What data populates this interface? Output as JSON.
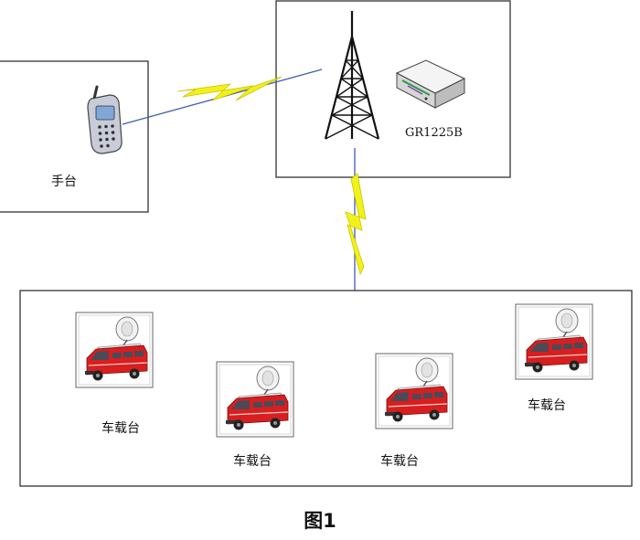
{
  "handset": {
    "label": "手台"
  },
  "base_station": {
    "device_label": "GR1225B"
  },
  "vehicles": [
    {
      "label": "车载台"
    },
    {
      "label": "车载台"
    },
    {
      "label": "车载台"
    },
    {
      "label": "车载台"
    }
  ],
  "caption": "图1",
  "colors": {
    "lightning_fill": "#f2f21a",
    "lightning_stroke": "#c9c400",
    "radio_line_blue": "#3f5fa8",
    "vehicle_body": "#d81e1e",
    "box_border": "#333333"
  }
}
